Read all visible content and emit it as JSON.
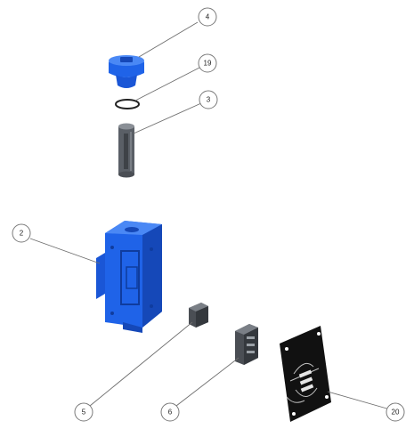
{
  "callouts": [
    {
      "id": "part-4",
      "label": "4"
    },
    {
      "id": "part-19",
      "label": "19"
    },
    {
      "id": "part-3",
      "label": "3"
    },
    {
      "id": "part-2",
      "label": "2"
    },
    {
      "id": "part-5",
      "label": "5"
    },
    {
      "id": "part-6",
      "label": "6"
    },
    {
      "id": "part-20",
      "label": "20"
    }
  ],
  "colors": {
    "part_blue": "#1f63e8",
    "part_gray": "#555a60",
    "board_black": "#111111"
  }
}
